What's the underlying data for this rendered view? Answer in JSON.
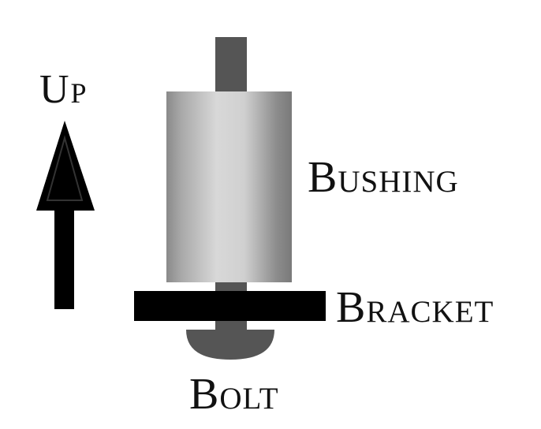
{
  "labels": {
    "up": "Up",
    "bushing": "Bushing",
    "bracket": "Bracket",
    "bolt": "Bolt"
  },
  "icons": {
    "direction": "arrow-up-icon"
  },
  "colors": {
    "background": "#ffffff",
    "bolt": "#555555",
    "bracket": "#000000",
    "arrow": "#000000",
    "bushing_light": "#d6d6d6",
    "bushing_dark": "#808080",
    "text": "#111111"
  }
}
